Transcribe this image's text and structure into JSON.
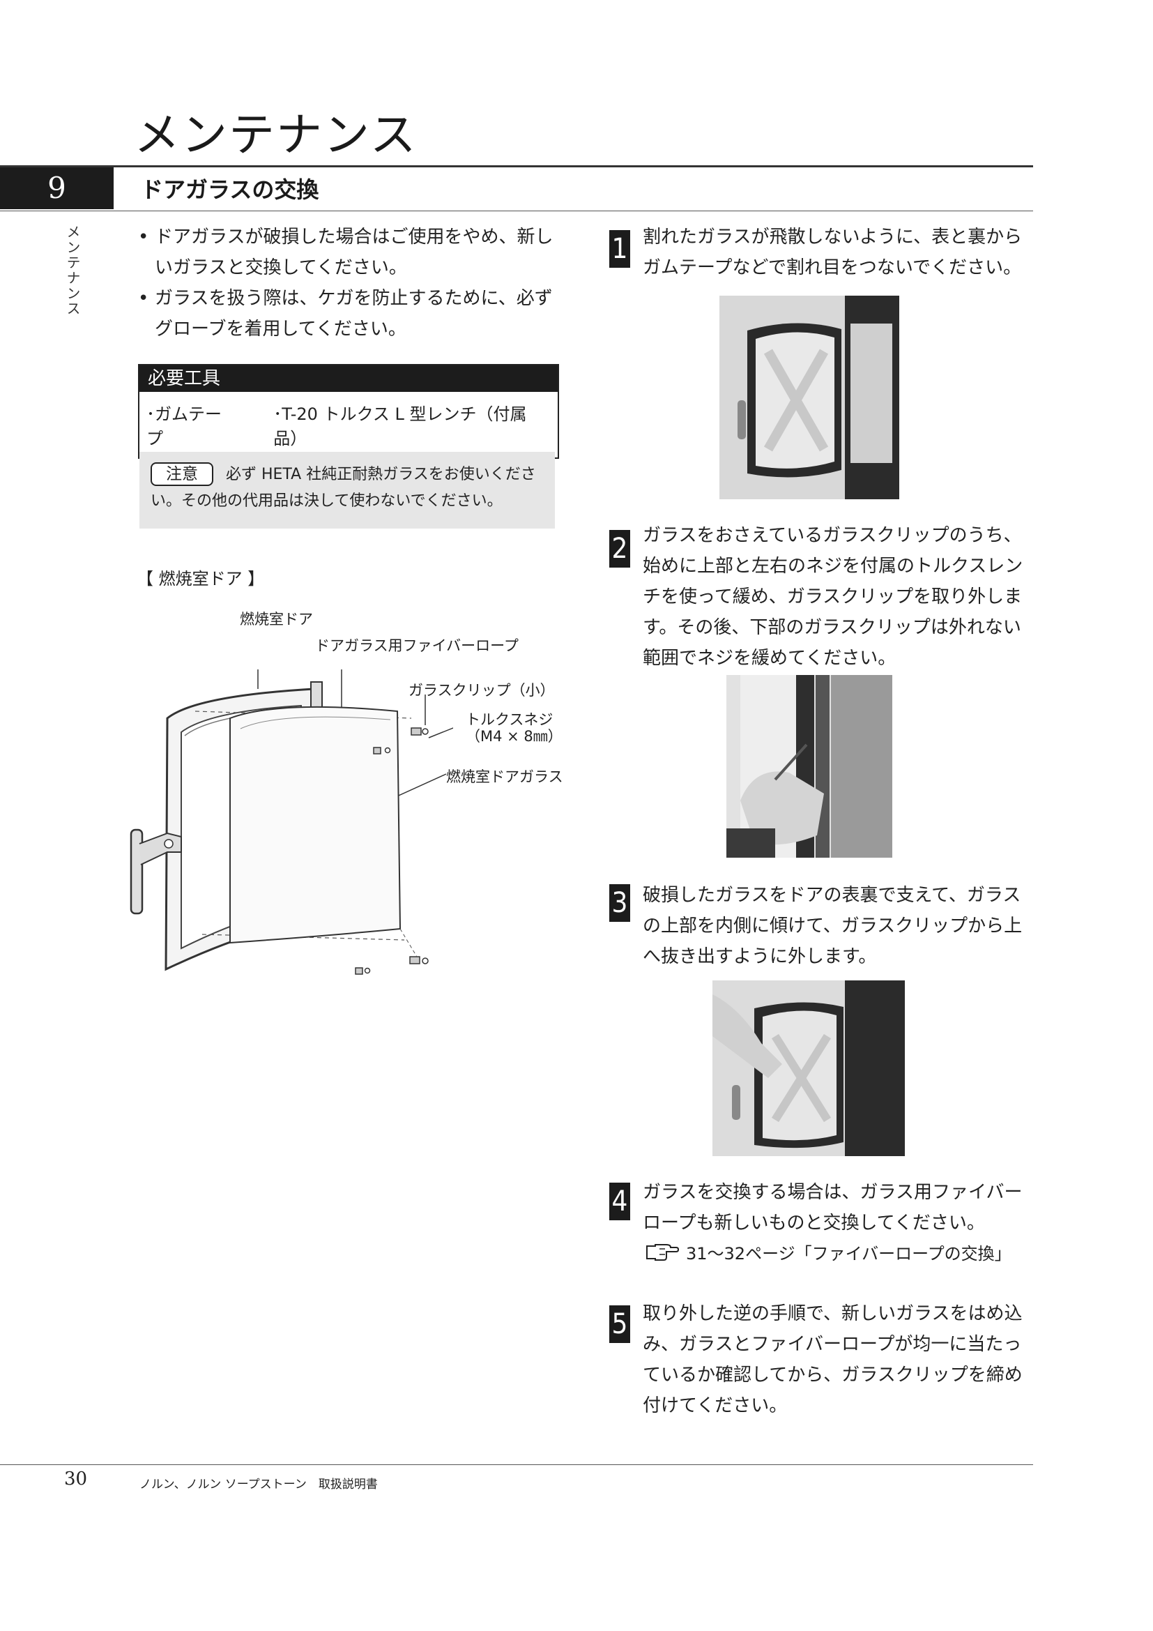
{
  "header": {
    "title": "メンテナンス",
    "section_number": "9",
    "section_title": "ドアガラスの交換"
  },
  "side_label": "メンテナンス",
  "intro_bullets": [
    "ドアガラスが破損した場合はご使用をやめ、新しいガラスと交換してください。",
    "ガラスを扱う際は、ケガを防止するために、必ずグローブを着用してください。"
  ],
  "tools": {
    "heading": "必要工具",
    "items": [
      "･ガムテープ",
      "･T-20 トルクス L 型レンチ（付属品）"
    ]
  },
  "caution": {
    "badge": "注意",
    "text": "必ず HETA 社純正耐熱ガラスをお使いください。その他の代用品は決して使わないでください。"
  },
  "figure": {
    "heading": "【 燃焼室ドア 】",
    "labels": {
      "door": "燃焼室ドア",
      "fiber_rope": "ドアガラス用ファイバーロープ",
      "glass_clip": "ガラスクリップ（小）",
      "torx_screw": "トルクスネジ\n（M4 × 8㎜）",
      "door_glass": "燃焼室ドアガラス"
    }
  },
  "steps": [
    {
      "number": "1",
      "text": "割れたガラスが飛散しないように、表と裏からガムテープなどで割れ目をつないでください。"
    },
    {
      "number": "2",
      "text": "ガラスをおさえているガラスクリップのうち、始めに上部と左右のネジを付属のトルクスレンチを使って緩め、ガラスクリップを取り外します。その後、下部のガラスクリップは外れない範囲でネジを緩めてください。"
    },
    {
      "number": "3",
      "text": "破損したガラスをドアの表裏で支えて、ガラスの上部を内側に傾けて、ガラスクリップから上へ抜き出すように外します。"
    },
    {
      "number": "4",
      "text": "ガラスを交換する場合は、ガラス用ファイバーロープも新しいものと交換してください。",
      "reference": "31〜32ページ「ファイバーロープの交換」"
    },
    {
      "number": "5",
      "text": "取り外した逆の手順で、新しいガラスをはめ込み、ガラスとファイバーロープが均一に当たっているか確認してから、ガラスクリップを締め付けてください。"
    }
  ],
  "footer": {
    "page_number": "30",
    "doc_title": "ノルン、ノルン ソープストーン　取扱説明書"
  }
}
